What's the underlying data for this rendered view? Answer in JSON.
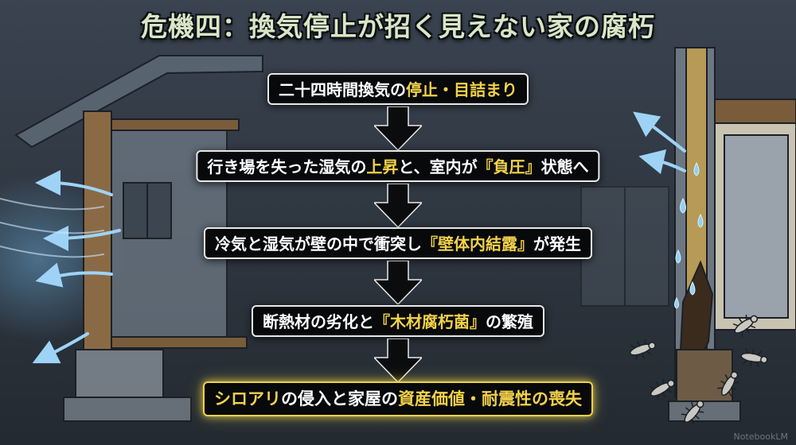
{
  "title": "危機四：換気停止が招く見えない家の腐朽",
  "steps": [
    {
      "parts": [
        "二十四時間換気の",
        "停止・目詰まり"
      ],
      "highlight": [
        false,
        true
      ]
    },
    {
      "parts": [
        "行き場を失った湿気の",
        "上昇",
        "と、室内が",
        "『負圧』",
        "状態へ"
      ],
      "highlight": [
        false,
        true,
        false,
        true,
        false
      ]
    },
    {
      "parts": [
        "冷気と湿気が壁の中で衝突し",
        "『壁体内結露』",
        "が発生"
      ],
      "highlight": [
        false,
        true,
        false
      ]
    },
    {
      "parts": [
        "断熱材の劣化と",
        "『木材腐朽菌』",
        "の繁殖"
      ],
      "highlight": [
        false,
        true,
        false
      ]
    },
    {
      "parts": [
        "シロアリ",
        "の侵入と家屋の",
        "資産価値・耐震性の喪失"
      ],
      "highlight": [
        true,
        false,
        true
      ]
    }
  ],
  "watermark": "NotebookLM",
  "colors": {
    "background": "#2c333b",
    "title_text": "#d9e6c6",
    "highlight_text": "#f3d24a",
    "box_fill": "#07090b",
    "box_border": "#e8e8e8",
    "final_box_border": "#ecd24a",
    "airflow": "#7fc4f2",
    "water_drop": "#8fd0f5",
    "timber": "#8a6a45"
  },
  "icons": [
    "down-arrow-icon",
    "airflow-arrow-icon",
    "water-drop-icon",
    "termite-icon"
  ]
}
